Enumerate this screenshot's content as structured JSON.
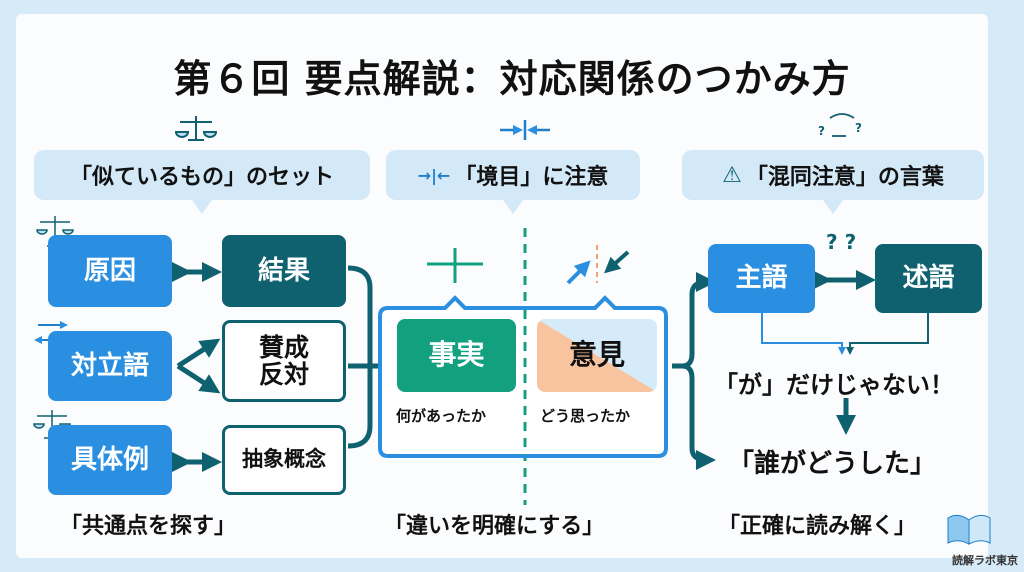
{
  "title": "第６回 要点解説：対応関係のつかみ方",
  "headers": [
    {
      "label": "「似ているもの」のセット",
      "icon": "scale-icon"
    },
    {
      "label": "「境目」に注意",
      "icon": "boundary-icon"
    },
    {
      "label": "「混同注意」の言葉",
      "icon": "warning-icon"
    }
  ],
  "left": {
    "pairs": [
      {
        "a": "原因",
        "b": "結果"
      },
      {
        "a": "対立語",
        "b": "賛成\n反対"
      },
      {
        "a": "具体例",
        "b": "抽象概念"
      }
    ],
    "caption": "「共通点を探す」"
  },
  "center": {
    "fact": "事実",
    "fact_sub": "何があったか",
    "opinion": "意見",
    "opinion_sub": "どう思ったか",
    "caption": "「違いを明確にする」"
  },
  "right": {
    "subject": "主語",
    "predicate": "述語",
    "question": "? ?",
    "note": "「が」だけじゃない！",
    "result": "「誰がどうした」",
    "caption": "「正確に読み解く」"
  },
  "logo": "読解ラボ東京",
  "colors": {
    "blue": "#2a8fe0",
    "teal": "#0f6170",
    "green": "#12a07f",
    "peach": "#f8c4a0",
    "bubble": "#d3e9f8"
  }
}
